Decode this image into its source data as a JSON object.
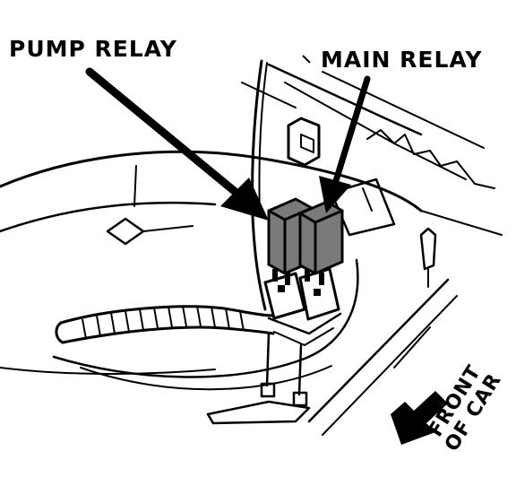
{
  "labels": {
    "pump_relay": "PUMP RELAY",
    "main_relay": "MAIN RELAY",
    "front_line1": "FRONT",
    "front_line2": "OF CAR"
  },
  "colors": {
    "ink": "#000000",
    "paper": "#ffffff",
    "relay_fill": "#7a7a7a"
  }
}
